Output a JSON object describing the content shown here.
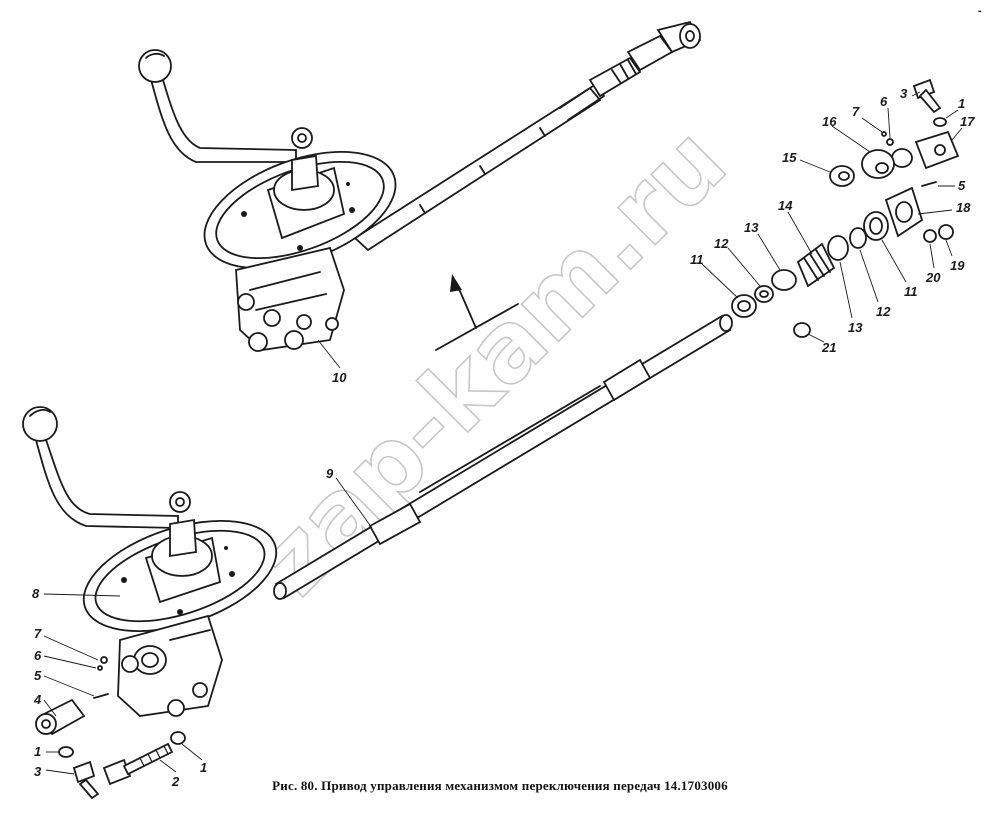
{
  "caption": "Рис. 80. Привод управления механизмом переключения передач 14.1703006",
  "watermark": "zap-kam.ru",
  "corner_mark": "-",
  "callouts": {
    "c1a": "1",
    "c3a": "3",
    "c6a": "6",
    "c7a": "7",
    "c16": "16",
    "c17": "17",
    "c15": "15",
    "c5a": "5",
    "c18": "18",
    "c14": "14",
    "c13a": "13",
    "c12a": "12",
    "c11a": "11",
    "c20": "20",
    "c19": "19",
    "c11b": "11",
    "c12b": "12",
    "c13b": "13",
    "c21": "21",
    "c10": "10",
    "c9": "9",
    "c8": "8",
    "c7b": "7",
    "c6b": "6",
    "c5b": "5",
    "c4": "4",
    "c1b": "1",
    "c3b": "3",
    "c2": "2",
    "c1c": "1"
  }
}
